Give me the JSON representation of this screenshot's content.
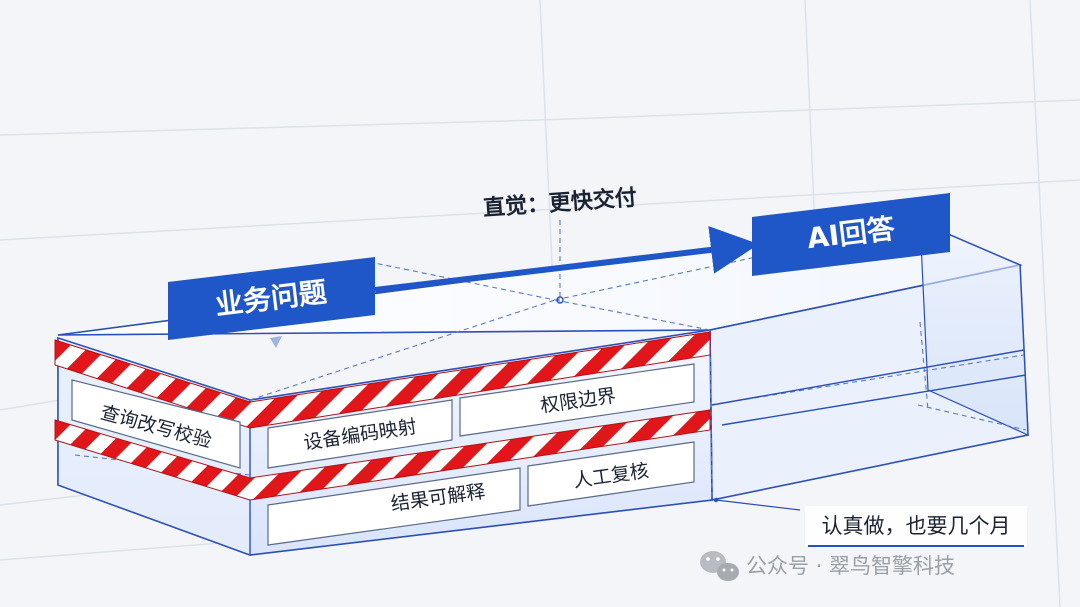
{
  "labels": {
    "business_problem": "业务问题",
    "ai_answer": "AI回答",
    "intuition": "直觉：更快交付",
    "reality": "认真做，也要几个月"
  },
  "tasks": {
    "query_rewrite_check": "查询改写校验",
    "device_code_mapping": "设备编码映射",
    "permission_boundary": "权限边界",
    "result_explainable": "结果可解释",
    "manual_review": "人工复核"
  },
  "watermark": {
    "text": "公众号 · 翠鸟智擎科技",
    "icon": "wechat-icon"
  },
  "colors": {
    "brand_blue": "#1f56c8",
    "outline_blue": "#2b4fb8",
    "hazard_red": "#e0161b"
  }
}
